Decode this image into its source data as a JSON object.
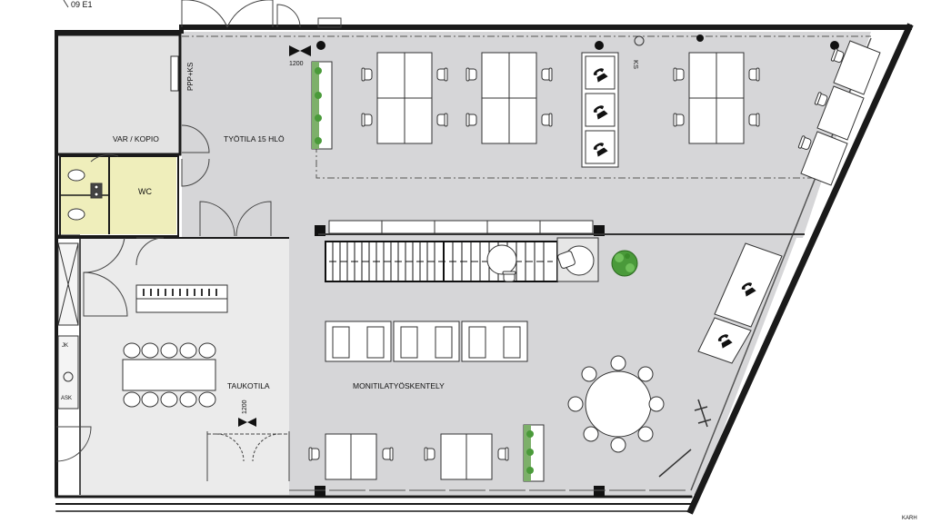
{
  "labels": {
    "top_fragment": "09 E1",
    "var_kopio": "VAR / KOPIO",
    "ppp_ks": "PPP+KS",
    "wc": "WC",
    "tyotila": "TYÖTILA 15 HLÖ",
    "door_height_top": "1200",
    "ks": "KS",
    "taukotila": "TAUKOTILA",
    "monitila": "MONITILATYÖSKENTELY",
    "door_height_bottom": "1200",
    "jk": "JK",
    "ask": "ASK",
    "corner_note": "KARH"
  },
  "colors": {
    "work_area": "#d6d6d8",
    "break_area": "#eaeaea",
    "wc_area": "#efeebb",
    "wall": "#1a1a1a",
    "plant": "#4a9a3a",
    "furniture": "#ffffff"
  },
  "icons": {
    "phone_booth": "phone-icon",
    "plant": "plant-icon"
  }
}
